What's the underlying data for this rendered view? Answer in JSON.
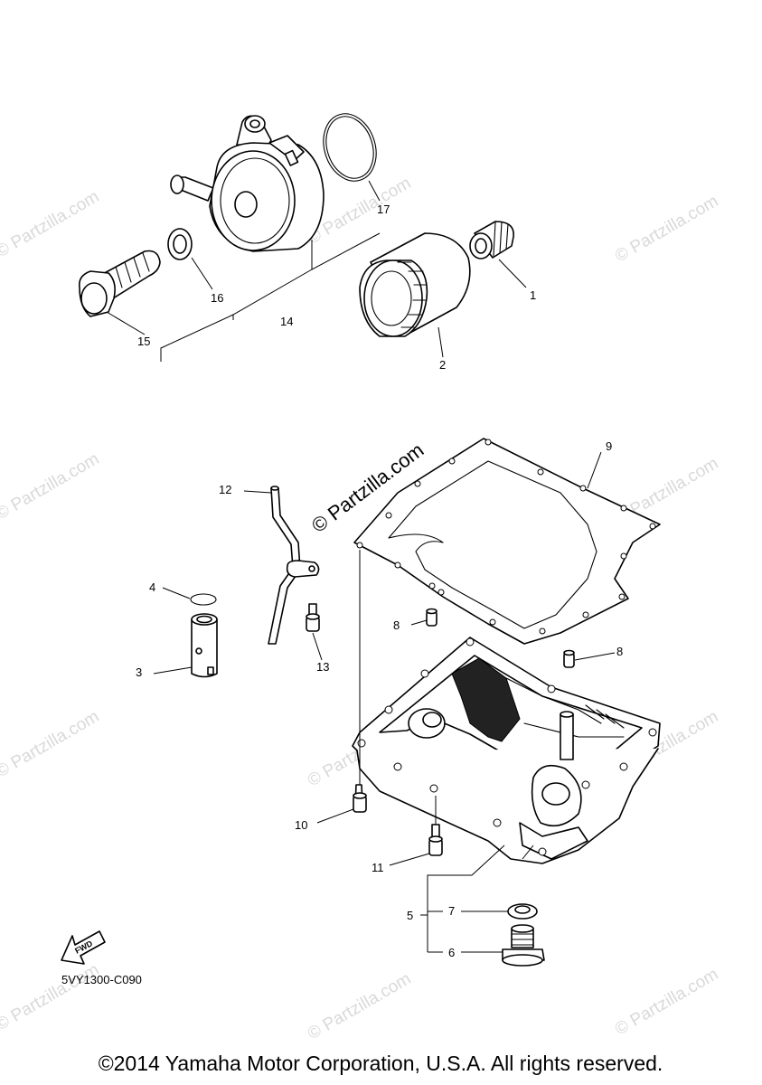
{
  "diagram": {
    "callouts": {
      "p1": "1",
      "p2": "2",
      "p3": "3",
      "p4": "4",
      "p5": "5",
      "p6": "6",
      "p7": "7",
      "p8a": "8",
      "p8b": "8",
      "p9": "9",
      "p10": "10",
      "p11": "11",
      "p12": "12",
      "p13": "13",
      "p14": "14",
      "p15": "15",
      "p16": "16",
      "p17": "17"
    },
    "watermark_main": "© Partzilla.com",
    "watermark_faint": "© Partzilla.com",
    "fwd_label": "FWD",
    "diagram_code": "5VY1300-C090",
    "copyright": "©2014 Yamaha Motor Corporation, U.S.A. All rights reserved."
  }
}
